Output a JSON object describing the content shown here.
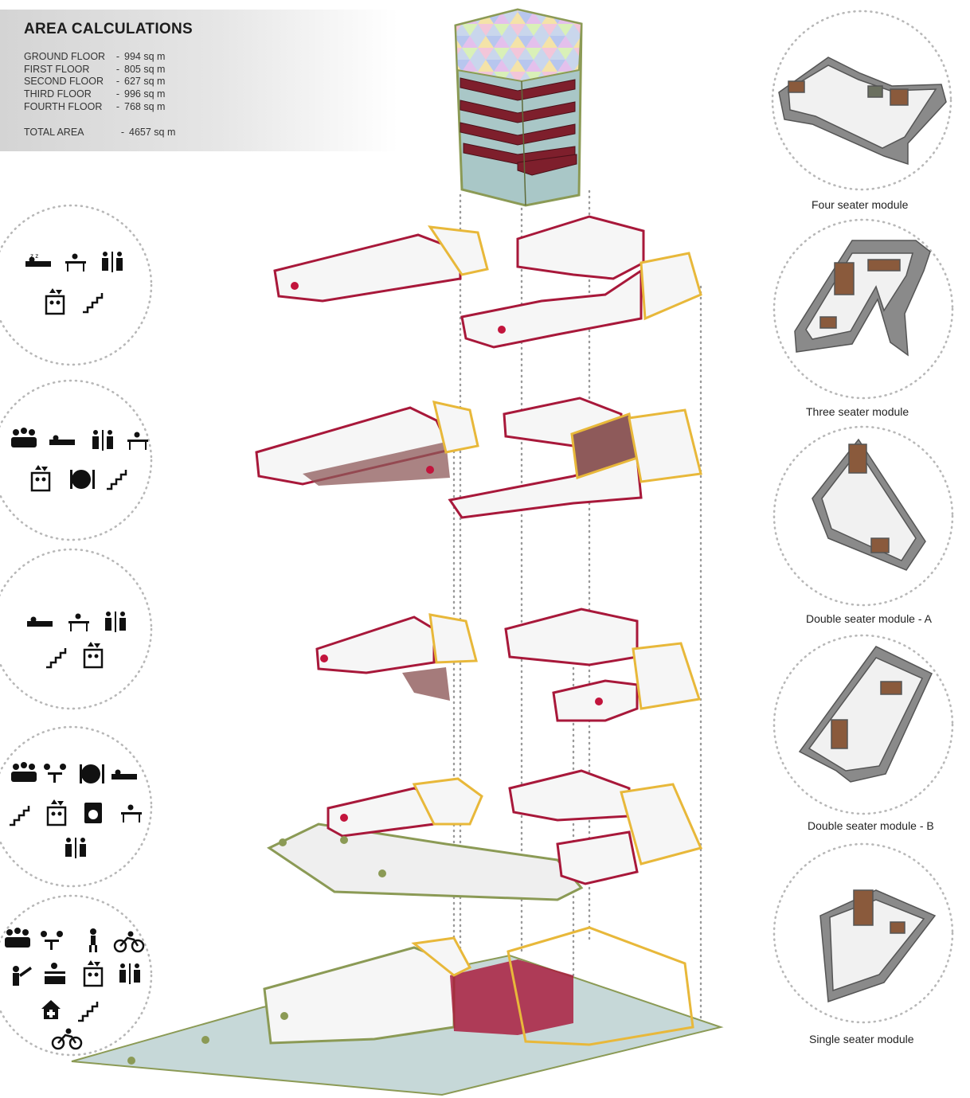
{
  "area": {
    "title": "AREA CALCULATIONS",
    "floors": [
      {
        "label": "GROUND FLOOR",
        "value": "994 sq m"
      },
      {
        "label": "FIRST FLOOR",
        "value": "805 sq m"
      },
      {
        "label": "SECOND FLOOR",
        "value": "627 sq m"
      },
      {
        "label": "THIRD FLOOR",
        "value": "996 sq m"
      },
      {
        "label": "FOURTH FLOOR",
        "value": "768 sq m"
      }
    ],
    "total_label": "TOTAL AREA",
    "total_value": "4657 sq m"
  },
  "modules": [
    {
      "label": "Four seater module"
    },
    {
      "label": "Three seater module"
    },
    {
      "label": "Double seater module - A"
    },
    {
      "label": "Double seater module - B"
    },
    {
      "label": "Single seater module"
    }
  ],
  "legend_groups": [
    {
      "icons": [
        "sleep-icon",
        "study-desk-icon",
        "toilet-icon",
        "elevator-icon",
        "stairs-icon"
      ]
    },
    {
      "icons": [
        "group-icon",
        "sleep-icon",
        "toilet-icon",
        "study-desk-icon",
        "elevator-icon",
        "dining-icon",
        "stairs-icon"
      ]
    },
    {
      "icons": [
        "sleep-icon",
        "study-desk-icon",
        "toilet-icon",
        "stairs-icon",
        "elevator-icon"
      ]
    },
    {
      "icons": [
        "group-icon",
        "meeting-icon",
        "dining-icon",
        "sleep-icon",
        "stairs-icon",
        "elevator-icon",
        "laundry-icon",
        "study-desk-icon",
        "toilet-icon"
      ]
    },
    {
      "icons": [
        "group-icon",
        "meeting-icon",
        "walking-icon",
        "cycling-icon",
        "presenter-icon",
        "reception-icon",
        "elevator-icon",
        "toilet-icon",
        "medical-icon",
        "stairs-icon",
        "cycling-icon"
      ]
    }
  ],
  "colors": {
    "residential_red": "#a8183a",
    "circulation_yellow": "#e8b83a",
    "public_green": "#8b9a55",
    "floor_fill": "#8e5a5a",
    "ground_fill": "#c6d8d8",
    "tower_glass": "#a9c7c7"
  }
}
